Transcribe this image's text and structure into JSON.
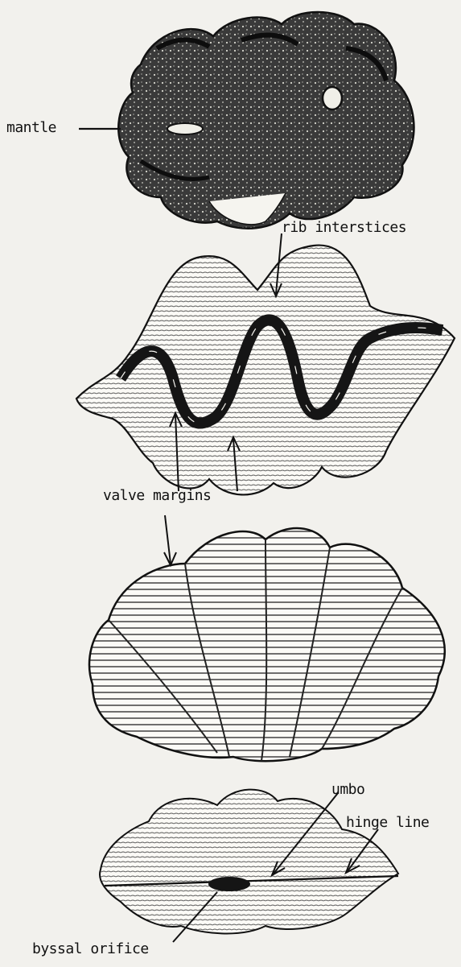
{
  "labels": {
    "mantle": "mantle",
    "rib_interstices": "rib interstices",
    "valve_margins": "valve margins",
    "umbo": "umbo",
    "hinge_line": "hinge line",
    "byssal_orifice": "byssal orifice"
  },
  "colors": {
    "background": "#f2f1ed",
    "ink": "#111111",
    "mantle_fill": "#2a2a2a",
    "shell_fill": "#fbfaf6",
    "hatch": "#444444"
  }
}
